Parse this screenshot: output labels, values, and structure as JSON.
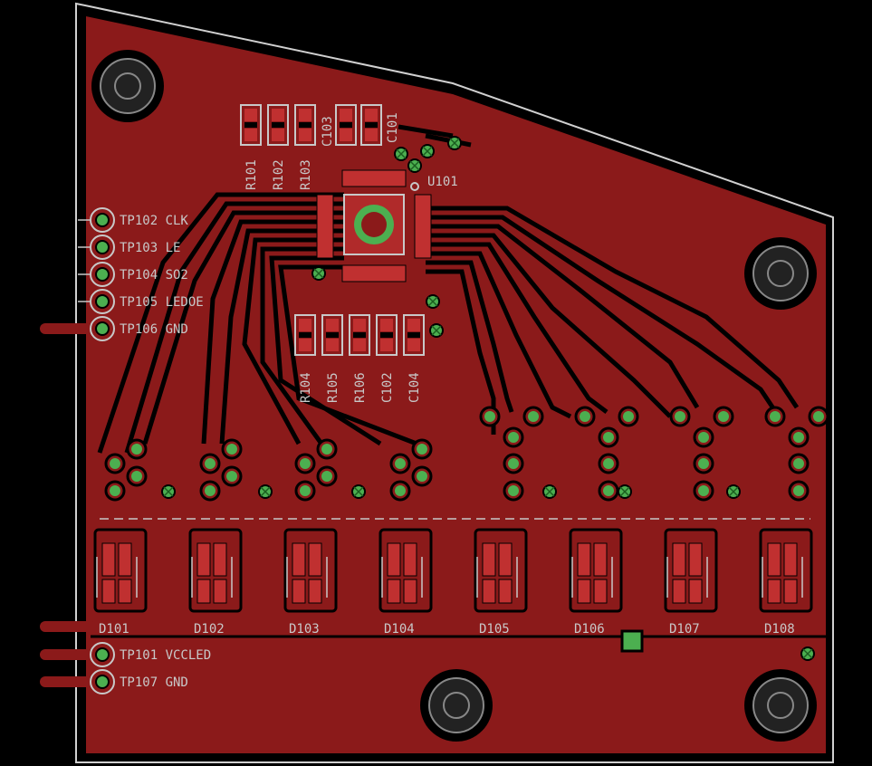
{
  "colors": {
    "background": "#000000",
    "board": "#8b1a1a",
    "copper_pour": "#8b1a1a",
    "silkscreen": "#c8c8c8",
    "via": "#4caf50",
    "outline": "#d0d0d0",
    "pad": "#c03030"
  },
  "test_points": [
    {
      "ref": "TP102",
      "net": "CLK"
    },
    {
      "ref": "TP103",
      "net": "LE"
    },
    {
      "ref": "TP104",
      "net": "SO2"
    },
    {
      "ref": "TP105",
      "net": "LEDOE"
    },
    {
      "ref": "TP106",
      "net": "GND"
    },
    {
      "ref": "TP101",
      "net": "VCCLED"
    },
    {
      "ref": "TP107",
      "net": "GND"
    }
  ],
  "resistors_top": [
    "R101",
    "R102",
    "R103"
  ],
  "caps_top": [
    "C103",
    "C101"
  ],
  "resistors_bottom": [
    "R104",
    "R105",
    "R106"
  ],
  "caps_bottom": [
    "C102",
    "C104"
  ],
  "ic": "U101",
  "leds": [
    "D101",
    "D102",
    "D103",
    "D104",
    "D105",
    "D106",
    "D107",
    "D108"
  ]
}
